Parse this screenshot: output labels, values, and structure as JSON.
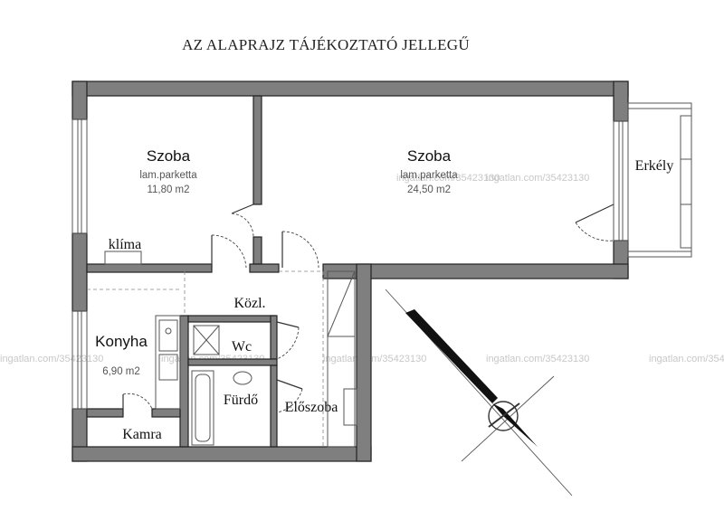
{
  "title": "AZ ALAPRAJZ TÁJÉKOZTATÓ JELLEGŰ",
  "watermark": "ingatlan.com/35423130",
  "rooms": {
    "room1": {
      "name": "Szoba",
      "floor": "lam.parketta",
      "area": "11,80  m2"
    },
    "room2": {
      "name": "Szoba",
      "floor": "lam.parketta",
      "area": "24,50  m2"
    },
    "kitchen": {
      "name": "Konyha",
      "area": "6,90  m2"
    },
    "balcony": "Erkély",
    "ac": "klíma",
    "corridor": "Közl.",
    "wc": "Wc",
    "bathroom": "Fürdő",
    "hall": "Előszoba",
    "pantry": "Kamra"
  },
  "colors": {
    "wall": "#7f7f7f",
    "line": "#222222",
    "watermark": "#c8c8c8"
  },
  "compass": {
    "icon": "north-arrow-icon"
  }
}
